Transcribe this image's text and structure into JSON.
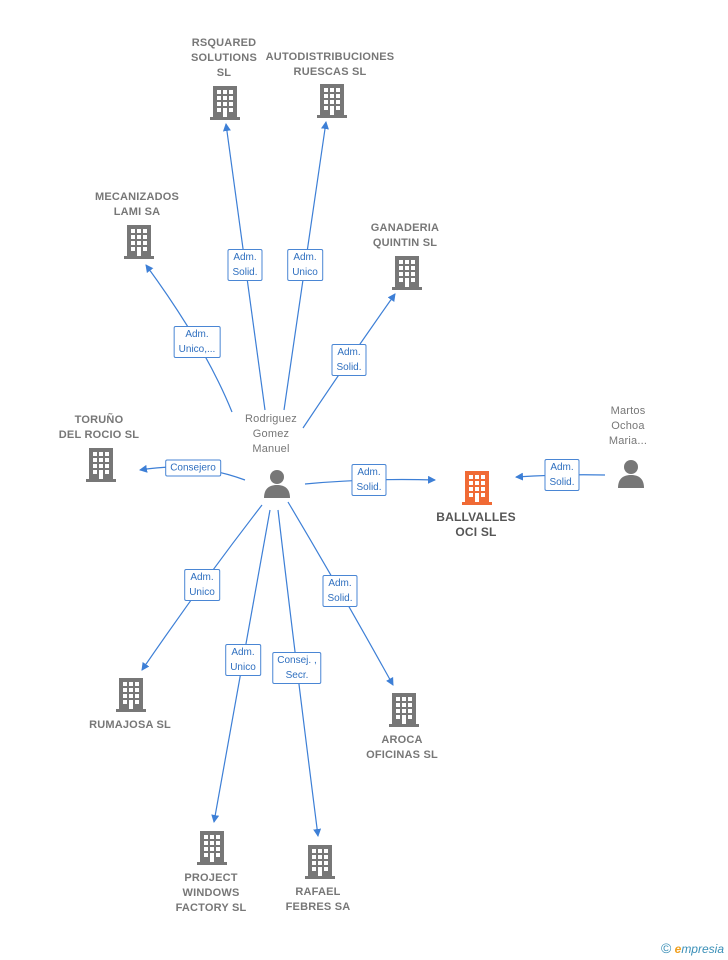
{
  "center": {
    "label": "Rodriguez\nGomez\nManuel",
    "icon": "person-icon"
  },
  "target": {
    "label": "BALLVALLES\nOCI  SL",
    "icon": "building-icon",
    "color": "#f06a35"
  },
  "other_person": {
    "label": "Martos\nOchoa\nMaria...",
    "icon": "person-icon"
  },
  "companies": [
    {
      "id": "rsquared",
      "label": "RSQUARED\nSOLUTIONS\nSL"
    },
    {
      "id": "autodistribuciones",
      "label": "AUTODISTRIBUCIONES\nRUESCAS SL"
    },
    {
      "id": "mecanizados",
      "label": "MECANIZADOS\nLAMI SA"
    },
    {
      "id": "ganaderia",
      "label": "GANADERIA\nQUINTIN  SL"
    },
    {
      "id": "toruno",
      "label": "TORUÑO\nDEL ROCIO SL"
    },
    {
      "id": "rumajosa",
      "label": "RUMAJOSA  SL"
    },
    {
      "id": "aroca",
      "label": "AROCA\nOFICINAS  SL"
    },
    {
      "id": "project",
      "label": "PROJECT\nWINDOWS\nFACTORY SL"
    },
    {
      "id": "rafael",
      "label": "RAFAEL\nFEBRES SA"
    }
  ],
  "relations": [
    {
      "to": "rsquared",
      "label": "Adm.\nSolid."
    },
    {
      "to": "autodistribuciones",
      "label": "Adm.\nUnico"
    },
    {
      "to": "mecanizados",
      "label": "Adm.\nUnico,..."
    },
    {
      "to": "ganaderia",
      "label": "Adm.\nSolid."
    },
    {
      "to": "toruno",
      "label": "Consejero"
    },
    {
      "to": "target",
      "label": "Adm.\nSolid."
    },
    {
      "to": "rumajosa",
      "label": "Adm.\nUnico"
    },
    {
      "to": "project",
      "label": "Adm.\nUnico"
    },
    {
      "to": "rafael",
      "label": "Consej. ,\nSecr."
    },
    {
      "to": "aroca",
      "label": "Adm.\nSolid."
    },
    {
      "from": "other_person",
      "to": "target",
      "label": "Adm.\nSolid."
    }
  ],
  "colors": {
    "edge": "#3d7fd6",
    "icon": "#777777",
    "highlight": "#f06a35"
  },
  "footer": {
    "copyright": "©",
    "brand_initial": "e",
    "brand_rest": "mpresia"
  }
}
